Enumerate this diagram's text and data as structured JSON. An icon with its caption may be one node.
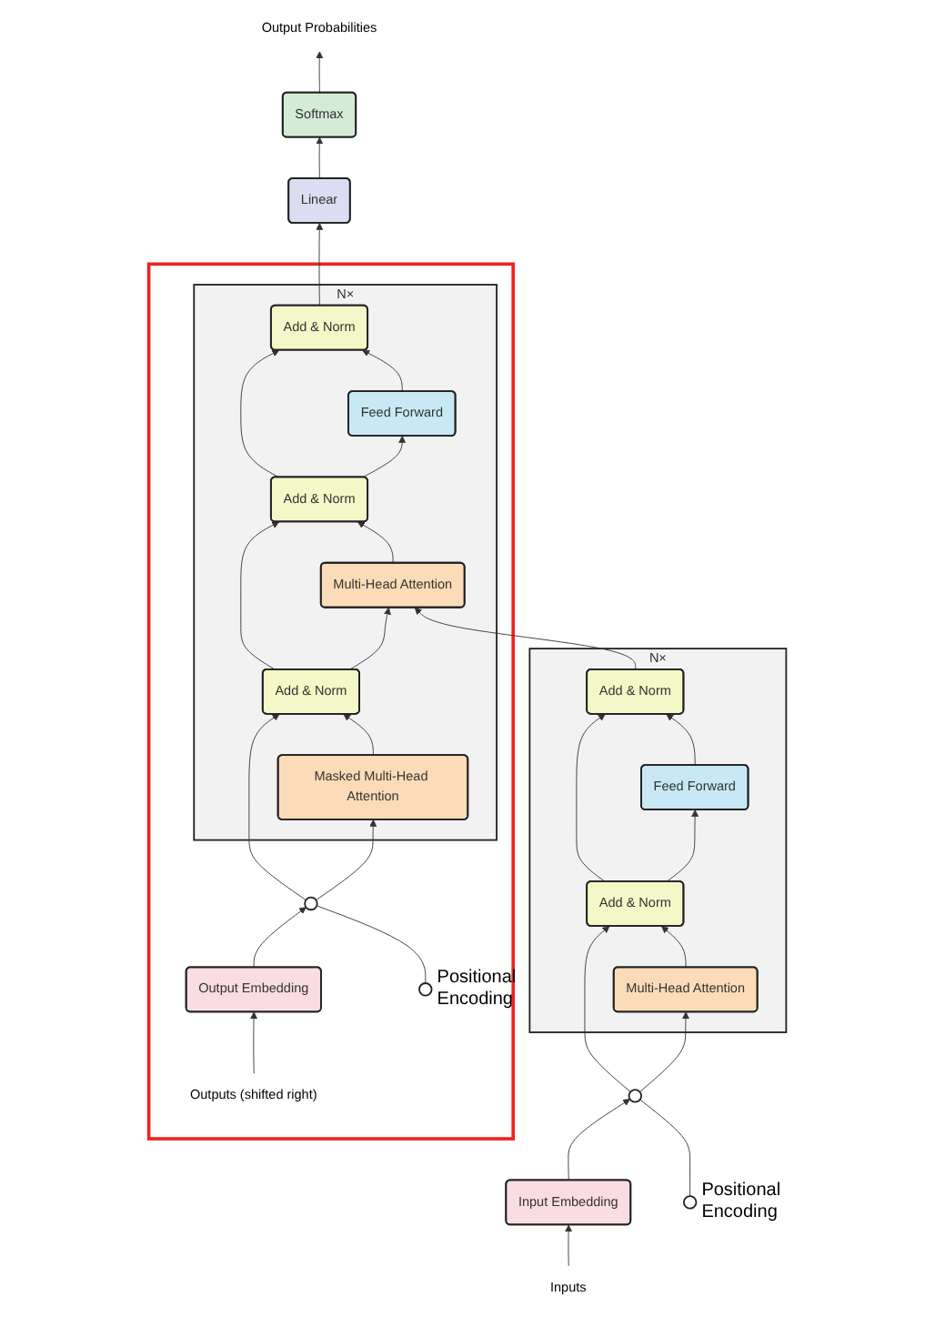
{
  "diagram": {
    "nodes": [
      {
        "text": [
          "Output Probabilities"
        ]
      },
      {
        "text": [
          "Softmax"
        ]
      },
      {
        "text": [
          "Linear"
        ]
      },
      {
        "text": [],
        "shape": "box"
      },
      {
        "text": [],
        "shape": "box",
        "in": 3,
        "beside": [
          "N×"
        ]
      },
      {
        "text": [
          "Add & Norm"
        ],
        "in": 4
      },
      {
        "text": [
          "Feed Forward"
        ],
        "in": 4
      },
      {
        "text": [
          "Add & Norm"
        ],
        "in": 4
      },
      {
        "text": [
          "Multi-Head Attention"
        ],
        "in": 4
      },
      {
        "text": [
          "Add & Norm"
        ],
        "in": 4
      },
      {
        "text": [
          "Masked Multi-Head Attention"
        ],
        "in": 4
      },
      {
        "text": [],
        "shape": "circle",
        "in": 3
      },
      {
        "text": [],
        "shape": "circle",
        "in": 3,
        "beside": [
          "Positional Encoding"
        ]
      },
      {
        "text": [
          "Output Embedding"
        ],
        "in": 3
      },
      {
        "text": [
          "Outputs (shifted right)"
        ],
        "in": 3
      },
      {
        "text": [],
        "shape": "box",
        "beside": [
          "N×"
        ]
      },
      {
        "text": [
          "Add & Norm"
        ],
        "in": 15
      },
      {
        "text": [
          "Feed Forward"
        ],
        "in": 15
      },
      {
        "text": [
          "Add & Norm"
        ],
        "in": 15
      },
      {
        "text": [
          "Multi-Head Attention"
        ],
        "in": 15
      },
      {
        "text": [],
        "shape": "circle"
      },
      {
        "text": [],
        "shape": "circle",
        "beside": [
          "Positional Encoding"
        ]
      },
      {
        "text": [
          "Input Embedding"
        ]
      },
      {
        "text": [
          "Inputs"
        ]
      }
    ],
    "edges": [
      {
        "from": 14,
        "to": 13,
        "arrow": "to"
      },
      {
        "from": 13,
        "to": 11,
        "arrow": "to"
      },
      {
        "from": 12,
        "to": 11,
        "arrow": "none"
      },
      {
        "from": 11,
        "to": 10,
        "arrow": "to"
      },
      {
        "from": 11,
        "to": 9,
        "arrow": "to"
      },
      {
        "from": 10,
        "to": 9,
        "arrow": "to"
      },
      {
        "from": 9,
        "to": 8,
        "arrow": "to"
      },
      {
        "from": 9,
        "to": 7,
        "arrow": "to"
      },
      {
        "from": 16,
        "to": 8,
        "arrow": "to"
      },
      {
        "from": 8,
        "to": 7,
        "arrow": "to"
      },
      {
        "from": 7,
        "to": 6,
        "arrow": "to"
      },
      {
        "from": 7,
        "to": 5,
        "arrow": "to"
      },
      {
        "from": 6,
        "to": 5,
        "arrow": "to"
      },
      {
        "from": 5,
        "to": 2,
        "arrow": "to"
      },
      {
        "from": 2,
        "to": 1,
        "arrow": "to"
      },
      {
        "from": 1,
        "to": 0,
        "arrow": "to"
      },
      {
        "from": 23,
        "to": 22,
        "arrow": "to"
      },
      {
        "from": 22,
        "to": 20,
        "arrow": "to"
      },
      {
        "from": 21,
        "to": 20,
        "arrow": "none"
      },
      {
        "from": 20,
        "to": 19,
        "arrow": "to"
      },
      {
        "from": 20,
        "to": 18,
        "arrow": "to"
      },
      {
        "from": 19,
        "to": 18,
        "arrow": "to"
      },
      {
        "from": 18,
        "to": 17,
        "arrow": "to"
      },
      {
        "from": 18,
        "to": 16,
        "arrow": "to"
      },
      {
        "from": 17,
        "to": 16,
        "arrow": "to"
      }
    ]
  }
}
